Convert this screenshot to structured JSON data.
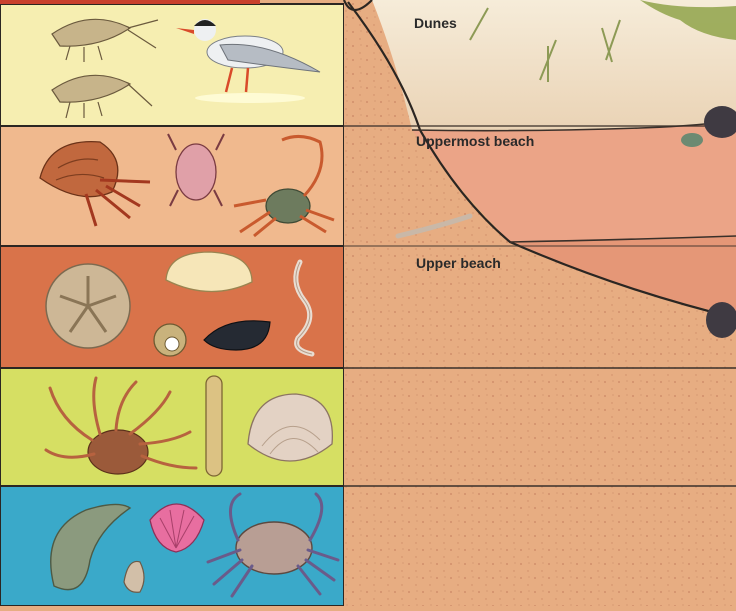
{
  "labels": {
    "dunes": "Dunes",
    "uppermost_beach": "Uppermost beach",
    "upper_beach": "Upper beach"
  },
  "zones": [
    {
      "name": "dunes-zone",
      "color": "#f6eeb1"
    },
    {
      "name": "uppermost-beach-zone",
      "color": "#f0b98e"
    },
    {
      "name": "upper-beach-zone",
      "color": "#d9734a"
    },
    {
      "name": "middle-beach-zone",
      "color": "#d6df63"
    },
    {
      "name": "lower-beach-zone",
      "color": "#3aa9c9"
    }
  ],
  "colors": {
    "sand": "#e7ad82",
    "dune_sand": "#f3e6cf",
    "outline": "#2b2622",
    "label_text": "#2a2a2a"
  }
}
